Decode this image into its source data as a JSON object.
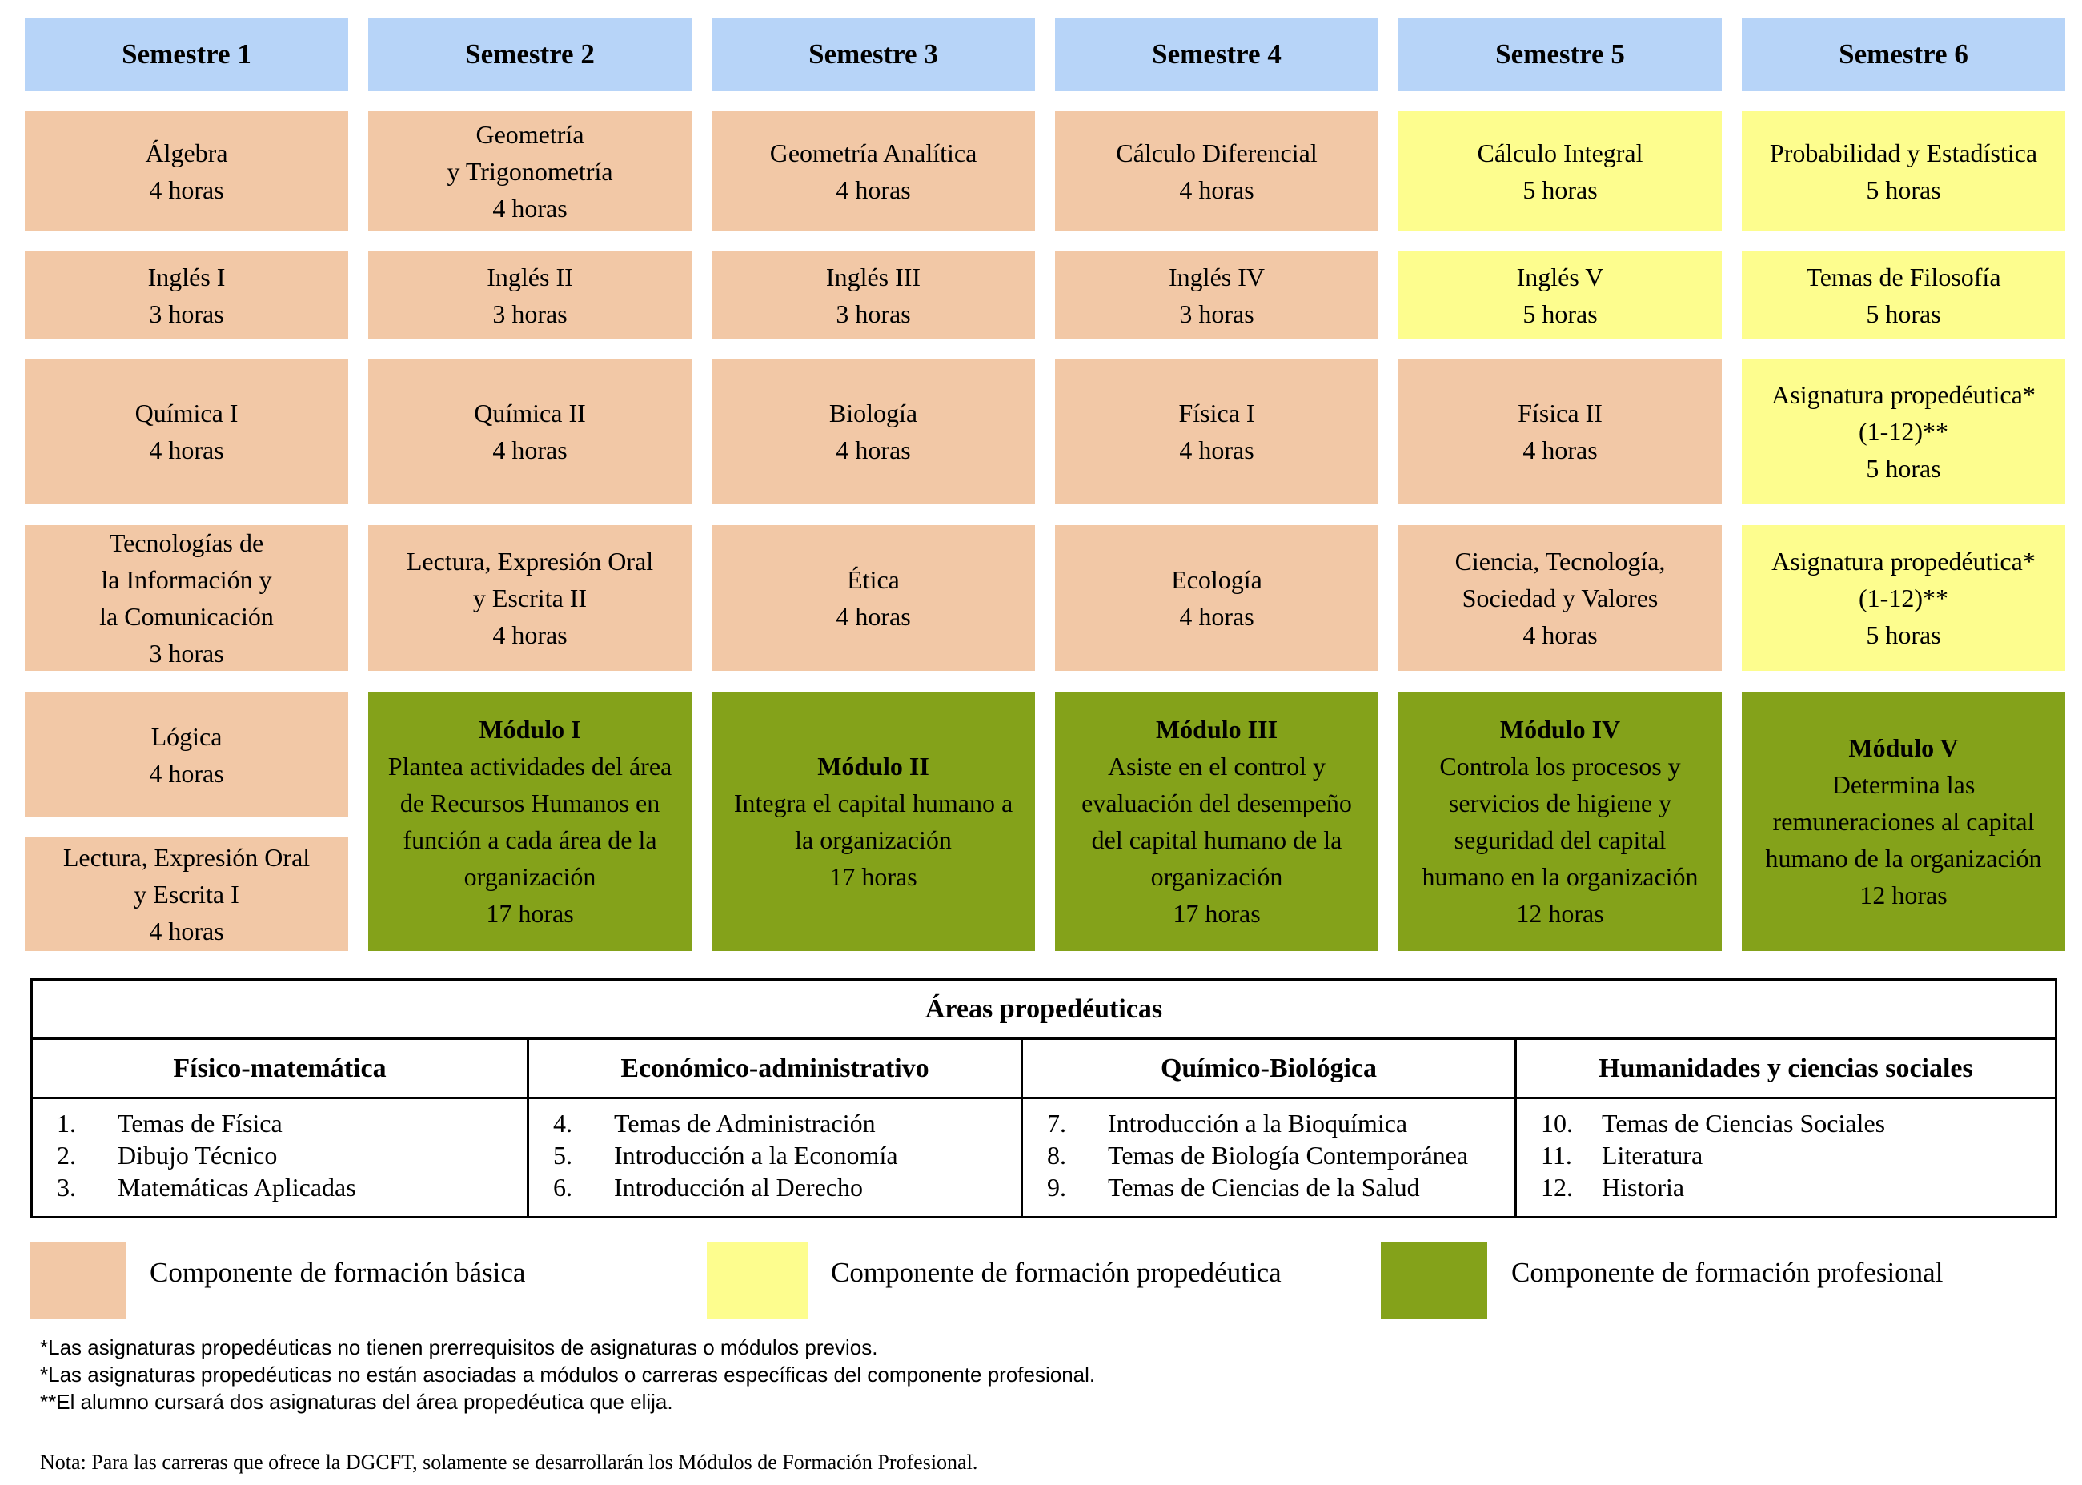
{
  "semesters": [
    "Semestre 1",
    "Semestre 2",
    "Semestre 3",
    "Semestre 4",
    "Semestre 5",
    "Semestre 6"
  ],
  "courses": {
    "s1": [
      {
        "lines": [
          "Álgebra",
          "4 horas"
        ]
      },
      {
        "lines": [
          "Inglés I",
          "3 horas"
        ]
      },
      {
        "lines": [
          "Química I",
          "4 horas"
        ]
      },
      {
        "lines": [
          "Tecnologías de",
          "la Información y",
          "la Comunicación",
          "3 horas"
        ]
      },
      {
        "lines": [
          "Lógica",
          "4 horas"
        ]
      },
      {
        "lines": [
          "Lectura, Expresión Oral",
          "y Escrita I",
          "4 horas"
        ]
      }
    ],
    "s2": [
      {
        "lines": [
          "Geometría",
          "y Trigonometría",
          "4 horas"
        ]
      },
      {
        "lines": [
          "Inglés II",
          "3 horas"
        ]
      },
      {
        "lines": [
          "Química II",
          "4 horas"
        ]
      },
      {
        "lines": [
          "Lectura, Expresión Oral",
          "y Escrita II",
          "4 horas"
        ]
      },
      {
        "title": "Módulo I",
        "lines": [
          "Plantea actividades del área",
          "de Recursos Humanos en",
          "función a cada área de la",
          "organización",
          "17 horas"
        ]
      }
    ],
    "s3": [
      {
        "lines": [
          "Geometría Analítica",
          "4 horas"
        ]
      },
      {
        "lines": [
          "Inglés III",
          "3 horas"
        ]
      },
      {
        "lines": [
          "Biología",
          "4 horas"
        ]
      },
      {
        "lines": [
          "Ética",
          "4 horas"
        ]
      },
      {
        "title": "Módulo II",
        "lines": [
          "Integra el capital humano a",
          "la organización",
          "17 horas"
        ]
      }
    ],
    "s4": [
      {
        "lines": [
          "Cálculo Diferencial",
          "4 horas"
        ]
      },
      {
        "lines": [
          "Inglés IV",
          "3 horas"
        ]
      },
      {
        "lines": [
          "Física I",
          "4 horas"
        ]
      },
      {
        "lines": [
          "Ecología",
          "4 horas"
        ]
      },
      {
        "title": "Módulo III",
        "lines": [
          "Asiste en el control y",
          "evaluación del desempeño",
          "del capital humano de la",
          "organización",
          "17 horas"
        ]
      }
    ],
    "s5": [
      {
        "lines": [
          "Cálculo Integral",
          "5 horas"
        ]
      },
      {
        "lines": [
          "Inglés V",
          "5 horas"
        ]
      },
      {
        "lines": [
          "Física II",
          "4 horas"
        ]
      },
      {
        "lines": [
          "Ciencia, Tecnología,",
          "Sociedad y Valores",
          "4 horas"
        ]
      },
      {
        "title": "Módulo IV",
        "lines": [
          "Controla los procesos y",
          "servicios de higiene y",
          "seguridad del capital",
          "humano en la organización",
          "12 horas"
        ]
      }
    ],
    "s6": [
      {
        "lines": [
          "Probabilidad y Estadística",
          "5 horas"
        ]
      },
      {
        "lines": [
          "Temas de Filosofía",
          "5 horas"
        ]
      },
      {
        "lines": [
          "Asignatura propedéutica*",
          "(1-12)**",
          "5 horas"
        ]
      },
      {
        "lines": [
          "Asignatura propedéutica*",
          "(1-12)**",
          "5 horas"
        ]
      },
      {
        "title": "Módulo V",
        "lines": [
          "Determina las",
          "remuneraciones al capital",
          "humano de la organización",
          "12 horas"
        ]
      }
    ]
  },
  "areas": {
    "title": "Áreas propedéuticas",
    "columns": [
      {
        "name": "Físico-matemática",
        "items": [
          [
            "1.",
            "Temas de Física"
          ],
          [
            "2.",
            "Dibujo Técnico"
          ],
          [
            "3.",
            "Matemáticas Aplicadas"
          ]
        ]
      },
      {
        "name": "Económico-administrativo",
        "items": [
          [
            "4.",
            "Temas de Administración"
          ],
          [
            "5.",
            "Introducción a la Economía"
          ],
          [
            "6.",
            "Introducción al Derecho"
          ]
        ]
      },
      {
        "name": "Químico-Biológica",
        "items": [
          [
            "7.",
            "Introducción a la Bioquímica"
          ],
          [
            "8.",
            "Temas de Biología Contemporánea"
          ],
          [
            "9.",
            "Temas de Ciencias de la Salud"
          ]
        ]
      },
      {
        "name": "Humanidades y ciencias sociales",
        "items": [
          [
            "10.",
            "Temas de Ciencias Sociales"
          ],
          [
            "11.",
            "Literatura"
          ],
          [
            "12.",
            "Historia"
          ]
        ]
      }
    ]
  },
  "legend": {
    "basic": "Componente de formación básica",
    "prop": "Componente de formación propedéutica",
    "prof": "Componente de formación profesional"
  },
  "colors": {
    "header": "#b7d4f8",
    "basic": "#f2c8a6",
    "prop": "#fdfd8e",
    "prof": "#84a21a"
  },
  "footnotes": [
    "*Las asignaturas propedéuticas no tienen prerrequisitos de asignaturas o módulos previos.",
    "*Las asignaturas propedéuticas no están asociadas a módulos o carreras específicas del componente profesional.",
    "**El alumno cursará dos asignaturas del área propedéutica que elija."
  ],
  "note": "Nota: Para las carreras que ofrece la DGCFT, solamente se desarrollarán los Módulos de Formación Profesional."
}
